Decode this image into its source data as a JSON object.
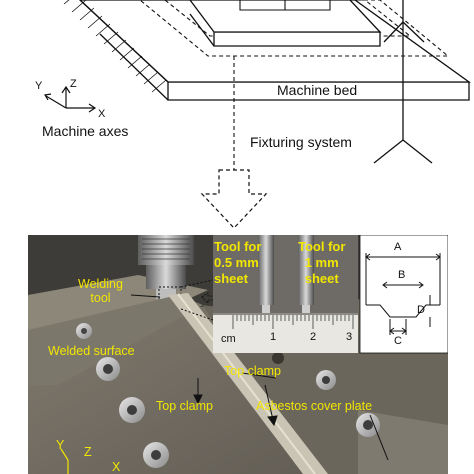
{
  "schematic": {
    "machine_bed_label": "Machine bed",
    "machine_axes_label": "Machine axes",
    "fixturing_system_label": "Fixturing system",
    "axes": {
      "y": "Y",
      "z": "Z",
      "x": "X"
    }
  },
  "photo": {
    "welding_tool_label": "Welding\ntool",
    "welded_surface_label": "Welded surface",
    "top_clamp_label_1": "Top clamp",
    "top_clamp_label_2": "Top clamp",
    "asbestos_label": "Asbestos cover plate",
    "tool_05_label": "Tool for\n0.5 mm\nsheet",
    "tool_1_label": "Tool for\n1 mm\nsheet",
    "ruler_label": "cm",
    "ruler_ticks": [
      "1",
      "2",
      "3"
    ],
    "dims": {
      "a": "A",
      "b": "B",
      "c": "C",
      "d": "D"
    },
    "axes": {
      "y": "Y",
      "z": "Z",
      "x": "X"
    }
  }
}
